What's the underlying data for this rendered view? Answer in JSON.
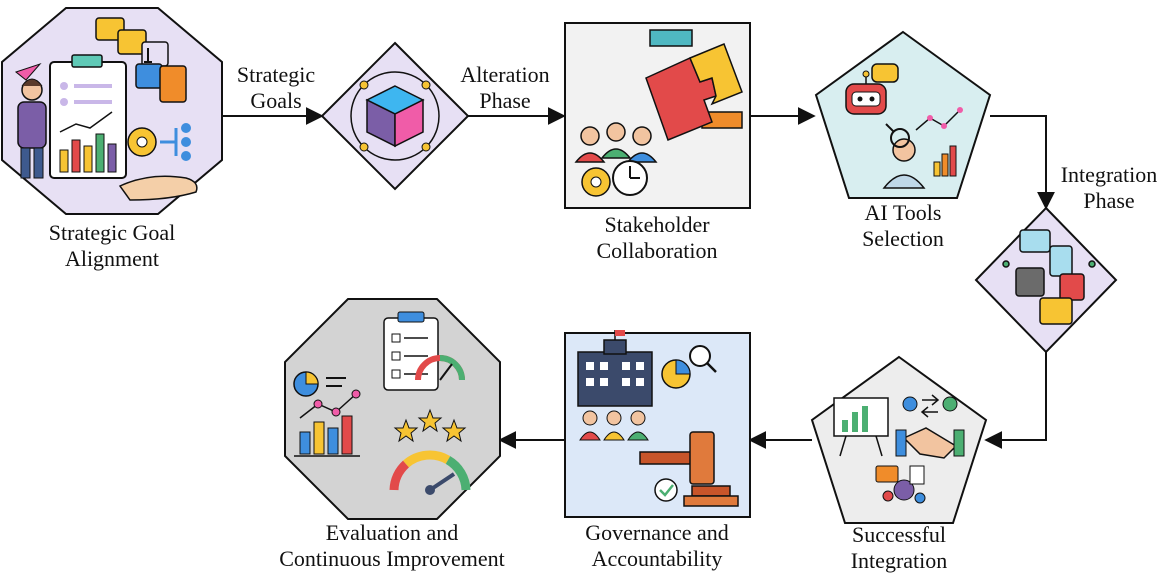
{
  "nodes": [
    {
      "id": "strategic-goal-alignment",
      "label_line1": "Strategic Goal",
      "label_line2": "Alignment",
      "shape": "octagon",
      "fill": "#E7E0F4"
    },
    {
      "id": "stakeholder-collaboration",
      "label_line1": "Stakeholder",
      "label_line2": "Collaboration",
      "shape": "square",
      "fill": "#F2F2F2"
    },
    {
      "id": "ai-tools-selection",
      "label_line1": "AI Tools",
      "label_line2": "Selection",
      "shape": "pentagon",
      "fill": "#D8EEF0"
    },
    {
      "id": "successful-integration",
      "label_line1": "Successful",
      "label_line2": "Integration",
      "shape": "pentagon",
      "fill": "#EDEDED"
    },
    {
      "id": "governance-accountability",
      "label_line1": "Governance and",
      "label_line2": "Accountability",
      "shape": "square",
      "fill": "#DCE8F8"
    },
    {
      "id": "evaluation-improvement",
      "label_line1": "Evaluation and",
      "label_line2": "Continuous Improvement",
      "shape": "octagon",
      "fill": "#D3D3D3"
    }
  ],
  "decisions": [
    {
      "id": "cube-diamond",
      "icon": "cube-icon",
      "fill": "#E7E0F4"
    },
    {
      "id": "puzzle-diamond",
      "icon": "puzzle-icon",
      "fill": "#E7E0F4"
    }
  ],
  "edges": [
    {
      "id": "strategic-goals",
      "label_line1": "Strategic",
      "label_line2": "Goals"
    },
    {
      "id": "alteration-phase",
      "label_line1": "Alteration",
      "label_line2": "Phase"
    },
    {
      "id": "integration-phase",
      "label_line1": "Integration",
      "label_line2": "Phase"
    }
  ],
  "colors": {
    "stroke": "#111111",
    "accent_red": "#E24A4A",
    "accent_orange": "#F08C2A",
    "accent_yellow": "#F7C433",
    "accent_green": "#4CAF72",
    "accent_blue": "#3E8EDE",
    "accent_teal": "#4FB8C2",
    "accent_pink": "#F05CA8",
    "accent_purple": "#7B5EA7"
  }
}
